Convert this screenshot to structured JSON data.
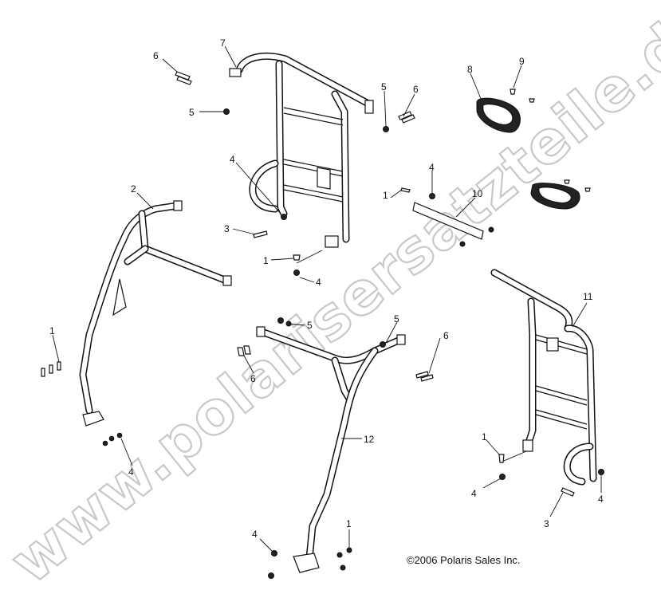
{
  "watermark": "www.polarisersatzteile.de",
  "copyright": "©2006 Polaris Sales Inc.",
  "callouts": [
    {
      "id": "c-6a",
      "text": "6"
    },
    {
      "id": "c-7",
      "text": "7"
    },
    {
      "id": "c-5a",
      "text": "5"
    },
    {
      "id": "c-5b",
      "text": "5"
    },
    {
      "id": "c-6b",
      "text": "6"
    },
    {
      "id": "c-8",
      "text": "8"
    },
    {
      "id": "c-9",
      "text": "9"
    },
    {
      "id": "c-4a",
      "text": "4"
    },
    {
      "id": "c-2",
      "text": "2"
    },
    {
      "id": "c-4b",
      "text": "4"
    },
    {
      "id": "c-1a",
      "text": "1"
    },
    {
      "id": "c-10",
      "text": "10"
    },
    {
      "id": "c-3a",
      "text": "3"
    },
    {
      "id": "c-1b",
      "text": "1"
    },
    {
      "id": "c-4c",
      "text": "4"
    },
    {
      "id": "c-11",
      "text": "11"
    },
    {
      "id": "c-1c",
      "text": "1"
    },
    {
      "id": "c-5c",
      "text": "5"
    },
    {
      "id": "c-5d",
      "text": "5"
    },
    {
      "id": "c-6c",
      "text": "6"
    },
    {
      "id": "c-6d",
      "text": "6"
    },
    {
      "id": "c-12",
      "text": "12"
    },
    {
      "id": "c-4d",
      "text": "4"
    },
    {
      "id": "c-1d",
      "text": "1"
    },
    {
      "id": "c-4e",
      "text": "4"
    },
    {
      "id": "c-4f",
      "text": "4"
    },
    {
      "id": "c-3b",
      "text": "3"
    },
    {
      "id": "c-4g",
      "text": "4"
    },
    {
      "id": "c-1e",
      "text": "1"
    }
  ]
}
